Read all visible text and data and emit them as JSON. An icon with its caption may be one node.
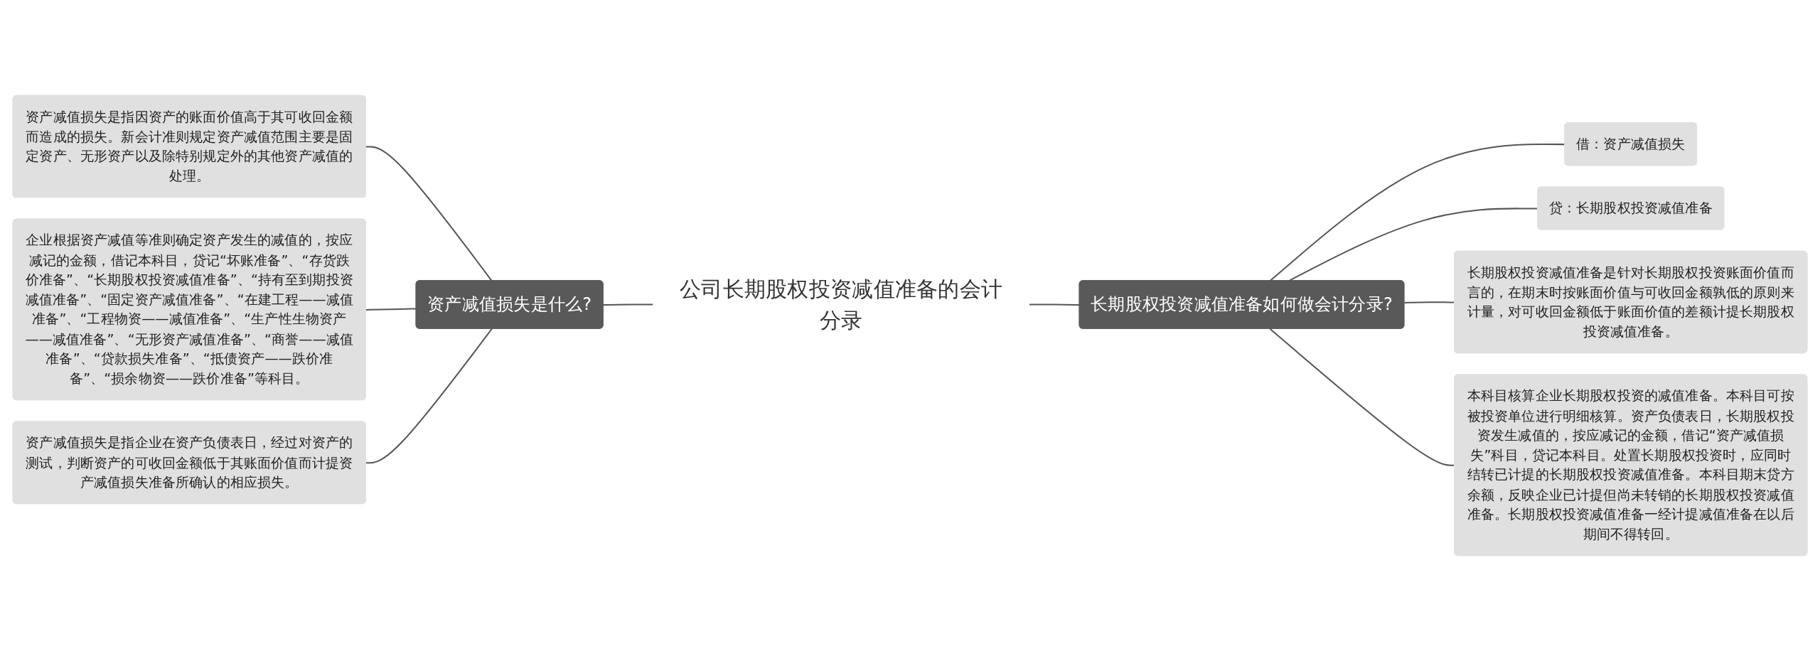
{
  "diagram": {
    "nodes": [
      {
        "text": [
          "公司长期股权投资减值准备的会计分录"
        ]
      },
      {
        "text": [
          "资产减值损失是什么?"
        ]
      },
      {
        "text": [
          "资产减值损失是指因资产的账面价值高于其可收回金额而造成的损失。新会计准则规定资产减值范围主要是固定资产、无形资产以及除特别规定外的其他资产减值的处理。"
        ]
      },
      {
        "text": [
          "企业根据资产减值等准则确定资产发生的减值的，按应减记的金额，借记本科目，贷记“坏账准备”、“存货跌价准备”、“长期股权投资减值准备”、“持有至到期投资减值准备”、“固定资产减值准备”、“在建工程——减值准备”、“工程物资——减值准备”、“生产性生物资产——减值准备”、“无形资产减值准备”、“商誉——减值准备”、“贷款损失准备”、“抵债资产——跌价准备”、“损余物资——跌价准备”等科目。"
        ]
      },
      {
        "text": [
          "资产减值损失是指企业在资产负债表日，经过对资产的测试，判断资产的可收回金额低于其账面价值而计提资产减值损失准备所确认的相应损失。"
        ]
      },
      {
        "text": [
          "长期股权投资减值准备如何做会计分录?"
        ]
      },
      {
        "text": [
          "借：资产减值损失"
        ]
      },
      {
        "text": [
          "贷：长期股权投资减值准备"
        ]
      },
      {
        "text": [
          "长期股权投资减值准备是针对长期股权投资账面价值而言的，在期末时按账面价值与可收回金额孰低的原则来计量，对可收回金额低于账面价值的差额计提长期股权投资减值准备。"
        ]
      },
      {
        "text": [
          "本科目核算企业长期股权投资的减值准备。本科目可按被投资单位进行明细核算。资产负债表日，长期股权投资发生减值的，按应减记的金额，借记“资产减值损失”科目，贷记本科目。处置长期股权投资时，应同时结转已计提的长期股权投资减值准备。本科目期末贷方余额，反映企业已计提但尚未转销的长期股权投资减值准备。长期股权投资减值准备一经计提减值准备在以后期间不得转回。"
        ]
      }
    ],
    "edges": [
      {
        "from": 2,
        "to": 1,
        "arrow": "none"
      },
      {
        "from": 3,
        "to": 1,
        "arrow": "none"
      },
      {
        "from": 4,
        "to": 1,
        "arrow": "none"
      },
      {
        "from": 1,
        "to": 0,
        "arrow": "none"
      },
      {
        "from": 0,
        "to": 5,
        "arrow": "none"
      },
      {
        "from": 5,
        "to": 6,
        "arrow": "none"
      },
      {
        "from": 5,
        "to": 7,
        "arrow": "none"
      },
      {
        "from": 5,
        "to": 8,
        "arrow": "none"
      },
      {
        "from": 5,
        "to": 9,
        "arrow": "none"
      }
    ]
  }
}
